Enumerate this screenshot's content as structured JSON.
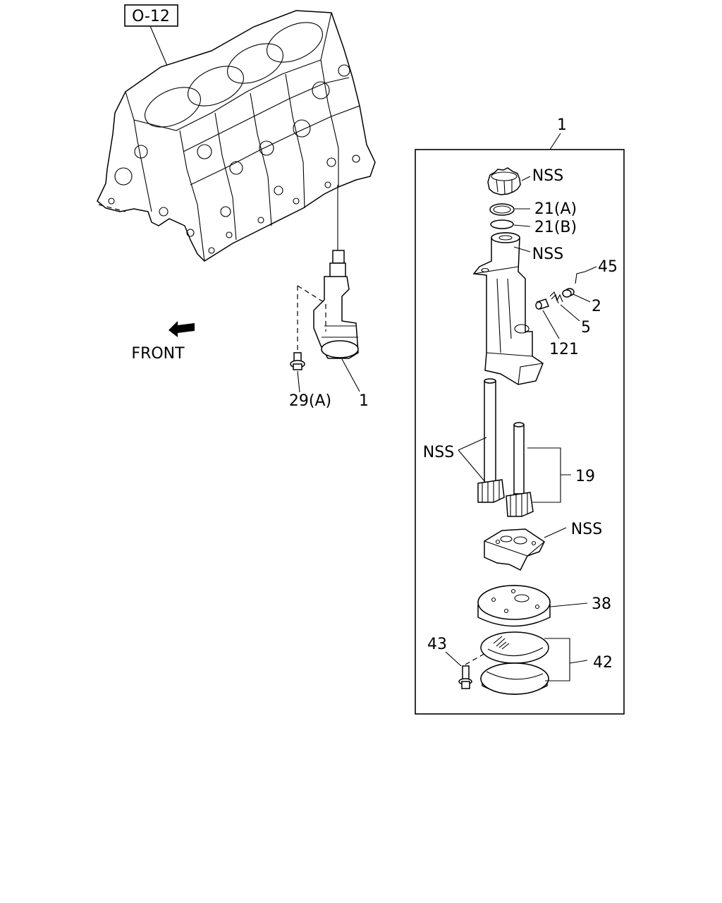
{
  "labels": {
    "ref_box": "O-12",
    "front": "FRONT",
    "pump_assembly_main": "1",
    "bolt_main": "29(A)",
    "box_title": "1",
    "nss_top": "NSS",
    "ring_a": "21(A)",
    "ring_b": "21(B)",
    "nss_body": "NSS",
    "pin": "45",
    "valve_seat": "2",
    "spring": "5",
    "plunger": "121",
    "nss_shafts": "NSS",
    "gear_set": "19",
    "nss_plate": "NSS",
    "cover": "38",
    "bolt_cover": "43",
    "screen": "42"
  }
}
